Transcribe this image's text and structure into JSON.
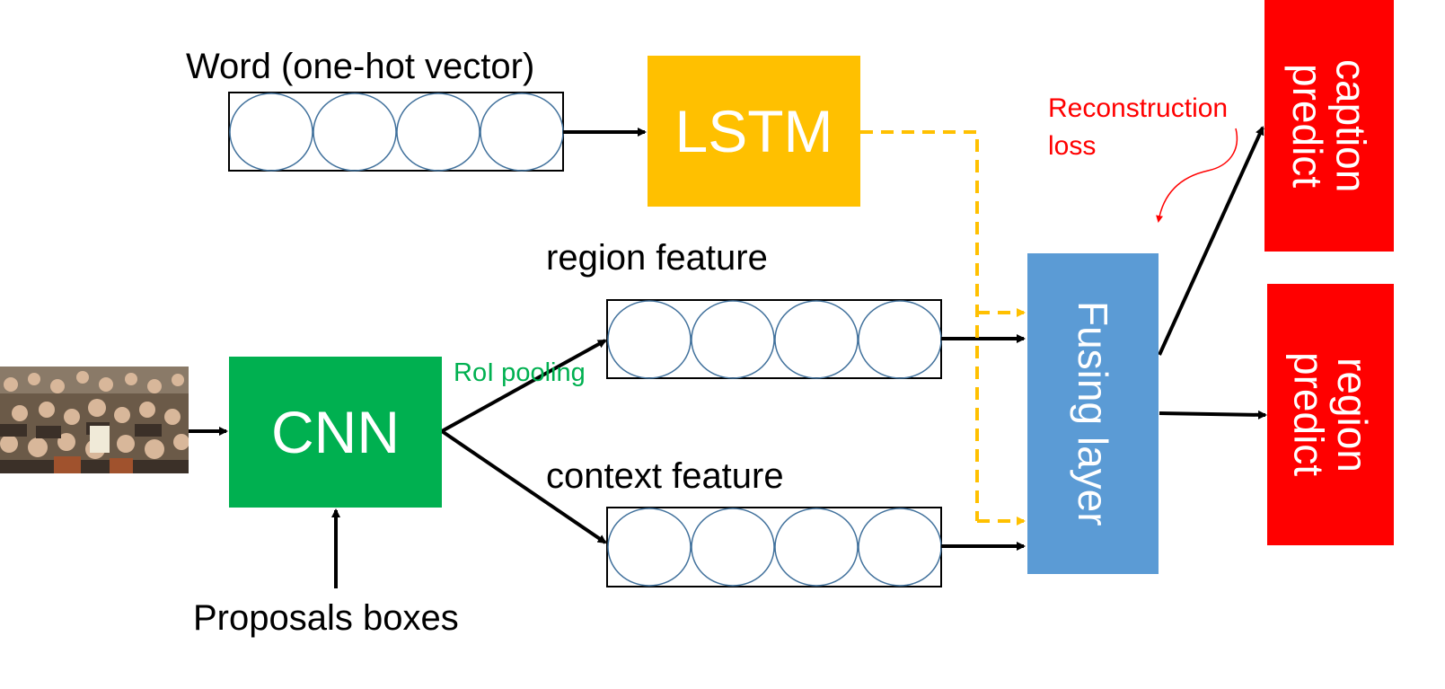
{
  "labels": {
    "word": "Word (one-hot vector)",
    "region_feature": "region feature",
    "context_feature": "context feature",
    "roi_pooling": "RoI pooling",
    "proposals": "Proposals boxes",
    "reconstruction": "Reconstruction",
    "reconstruction_loss": "loss"
  },
  "boxes": {
    "lstm": "LSTM",
    "cnn": "CNN",
    "fusing": "Fusing layer",
    "caption_line1": "caption",
    "caption_line2": "predict",
    "region_line1": "region",
    "region_line2": "predict"
  },
  "colors": {
    "lstm": "#FFC000",
    "cnn": "#00B050",
    "fusing": "#5B9BD5",
    "predict": "#FF0000",
    "roi_text": "#00B050",
    "reconstruction_text": "#FF0000",
    "dashed_arrow": "#FFC000",
    "circle_stroke": "#41719C"
  },
  "icons": {
    "input_image": "crowd-photo"
  }
}
